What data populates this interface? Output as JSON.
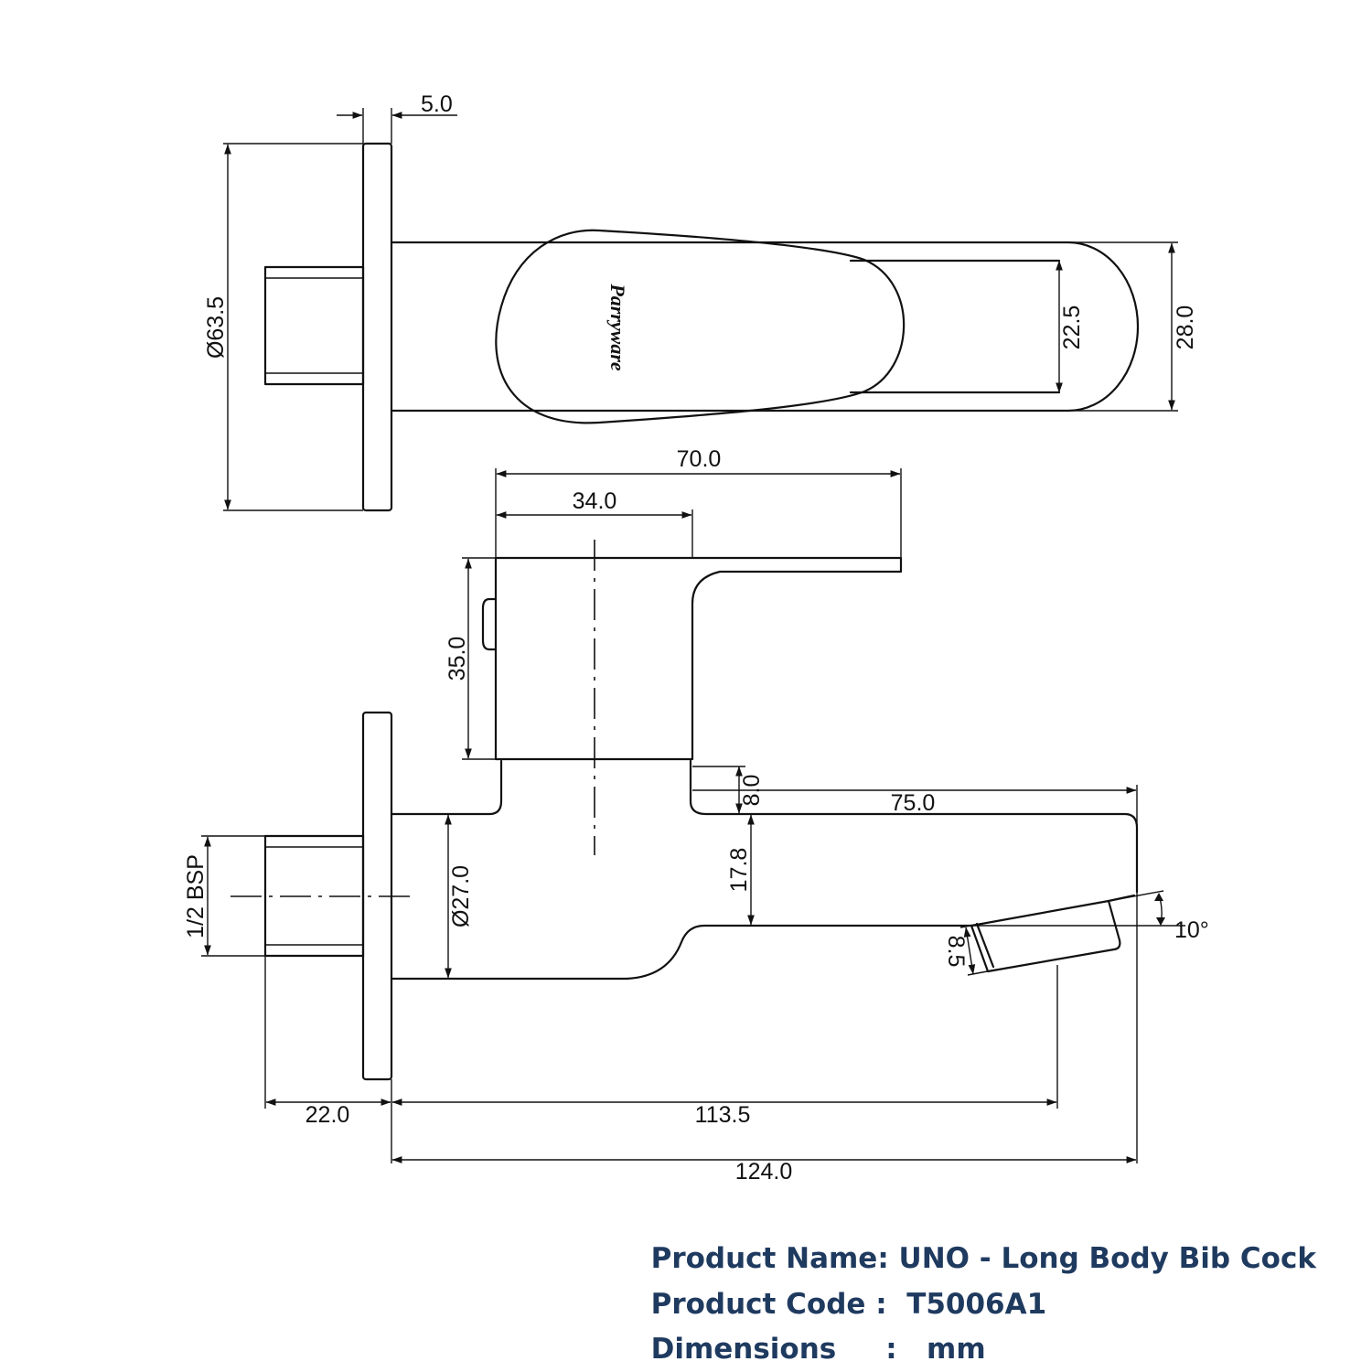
{
  "brand_logo": "Parryware",
  "dimensions": {
    "flange_thickness": "5.0",
    "flange_diameter": "Ø63.5",
    "handle_inner_width": "22.5",
    "handle_outer_width": "28.0",
    "handle_length": "70.0",
    "cap_width": "34.0",
    "cap_height": "35.0",
    "neck_height": "8.0",
    "spout_length": "75.0",
    "body_height": "17.8",
    "body_diameter": "Ø27.0",
    "thread_size": "1/2 BSP",
    "outlet_size": "8.5",
    "outlet_angle": "10°",
    "thread_length": "22.0",
    "outlet_distance": "113.5",
    "overall_length": "124.0"
  },
  "info": {
    "name_label": "Product Name:",
    "name_value": "UNO - Long Body Bib Cock",
    "code_label": "Product Code :",
    "code_value": "T5006A1",
    "dim_label": "Dimensions",
    "dim_sep": ":",
    "dim_value": "mm"
  },
  "colors": {
    "text_blue": "#1f3a5f",
    "line": "#111111"
  }
}
